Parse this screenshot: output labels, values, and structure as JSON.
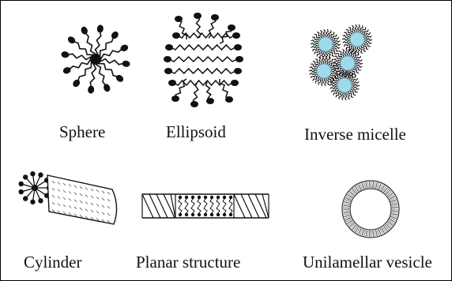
{
  "figure": {
    "labels": {
      "sphere": "Sphere",
      "ellipsoid": "Ellipsoid",
      "inverse_micelle": "Inverse micelle",
      "cylinder": "Cylinder",
      "planar_structure": "Planar structure",
      "unilamellar_vesicle": "Unilamellar vesicle"
    },
    "colors": {
      "ink": "#111111",
      "aqueous_core": "#9fd9ea"
    }
  }
}
